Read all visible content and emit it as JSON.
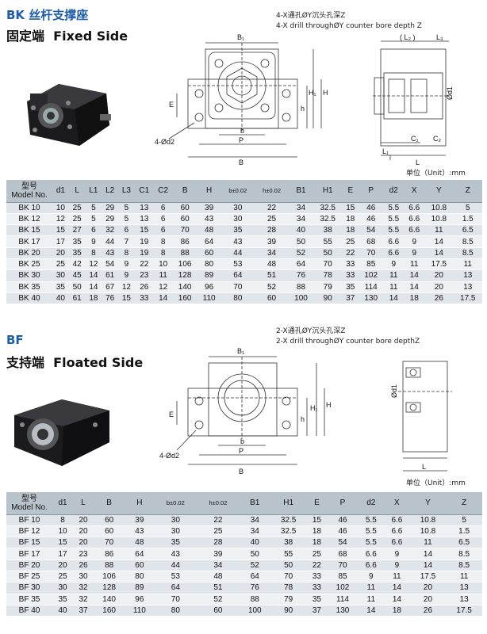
{
  "bk": {
    "title_cn": "BK 丝杆支撑座",
    "title_main_cn": "固定端",
    "title_main_en": "Fixed Side",
    "note_cn": "4-X通孔ØY沉头孔深Z",
    "note_en": "4-X drill throughØY counter bore depth Z",
    "unit": "单位（Unit）:mm",
    "dims": {
      "B1": "B₁",
      "H1": "H₁",
      "E": "E",
      "h": "h",
      "H": "H",
      "d2": "4-Ød2",
      "b": "b",
      "P": "P",
      "B": "B",
      "L2": "( L₂ )",
      "L3": "L₃",
      "d1": "Ød1",
      "L1": "L₁",
      "L": "L",
      "C1": "C₁",
      "C2": "C₂"
    },
    "table": {
      "model_cn": "型号",
      "model_en": "Model No.",
      "headers": [
        "d1",
        "L",
        "L1",
        "L2",
        "L3",
        "C1",
        "C2",
        "B",
        "H",
        "b±0.02",
        "h±0.02",
        "B1",
        "H1",
        "E",
        "P",
        "d2",
        "X",
        "Y",
        "Z"
      ],
      "rows": [
        [
          "BK 10",
          "10",
          "25",
          "5",
          "29",
          "5",
          "13",
          "6",
          "60",
          "39",
          "30",
          "22",
          "34",
          "32.5",
          "15",
          "46",
          "5.5",
          "6.6",
          "10.8",
          "5"
        ],
        [
          "BK 12",
          "12",
          "25",
          "5",
          "29",
          "5",
          "13",
          "6",
          "60",
          "43",
          "30",
          "25",
          "34",
          "32.5",
          "18",
          "46",
          "5.5",
          "6.6",
          "10.8",
          "1.5"
        ],
        [
          "BK 15",
          "15",
          "27",
          "6",
          "32",
          "6",
          "15",
          "6",
          "70",
          "48",
          "35",
          "28",
          "40",
          "38",
          "18",
          "54",
          "5.5",
          "6.6",
          "11",
          "6.5"
        ],
        [
          "BK 17",
          "17",
          "35",
          "9",
          "44",
          "7",
          "19",
          "8",
          "86",
          "64",
          "43",
          "39",
          "50",
          "55",
          "25",
          "68",
          "6.6",
          "9",
          "14",
          "8.5"
        ],
        [
          "BK 20",
          "20",
          "35",
          "8",
          "43",
          "8",
          "19",
          "8",
          "88",
          "60",
          "44",
          "34",
          "52",
          "50",
          "22",
          "70",
          "6.6",
          "9",
          "14",
          "8.5"
        ],
        [
          "BK 25",
          "25",
          "42",
          "12",
          "54",
          "9",
          "22",
          "10",
          "106",
          "80",
          "53",
          "48",
          "64",
          "70",
          "33",
          "85",
          "9",
          "11",
          "17.5",
          "11"
        ],
        [
          "BK 30",
          "30",
          "45",
          "14",
          "61",
          "9",
          "23",
          "11",
          "128",
          "89",
          "64",
          "51",
          "76",
          "78",
          "33",
          "102",
          "11",
          "14",
          "20",
          "13"
        ],
        [
          "BK 35",
          "35",
          "50",
          "14",
          "67",
          "12",
          "26",
          "12",
          "140",
          "96",
          "70",
          "52",
          "88",
          "79",
          "35",
          "114",
          "11",
          "14",
          "20",
          "13"
        ],
        [
          "BK 40",
          "40",
          "61",
          "18",
          "76",
          "15",
          "33",
          "14",
          "160",
          "110",
          "80",
          "60",
          "100",
          "90",
          "37",
          "130",
          "14",
          "18",
          "26",
          "17.5"
        ]
      ]
    }
  },
  "bf": {
    "title_cn": "BF",
    "title_main_cn": "支持端",
    "title_main_en": "Floated Side",
    "note_cn": "2-X通孔ØY沉头孔深Z",
    "note_en": "2-X drill throughØY counter bore depthZ",
    "unit": "单位（Unit）:mm",
    "dims": {
      "B1": "B₁",
      "H1": "H₁",
      "E": "E",
      "h": "h",
      "H": "H",
      "d2": "4-Ød2",
      "b": "b",
      "P": "P",
      "B": "B",
      "d1": "Ød1",
      "L": "L"
    },
    "table": {
      "model_cn": "型号",
      "model_en": "Model No.",
      "headers": [
        "d1",
        "L",
        "B",
        "H",
        "b±0.02",
        "h±0.02",
        "B1",
        "H1",
        "E",
        "P",
        "d2",
        "X",
        "Y",
        "Z"
      ],
      "rows": [
        [
          "BF 10",
          "8",
          "20",
          "60",
          "39",
          "30",
          "22",
          "34",
          "32.5",
          "15",
          "46",
          "5.5",
          "6.6",
          "10.8",
          "5"
        ],
        [
          "BF 12",
          "10",
          "20",
          "60",
          "43",
          "30",
          "25",
          "34",
          "32.5",
          "18",
          "46",
          "5.5",
          "6.6",
          "10.8",
          "1.5"
        ],
        [
          "BF 15",
          "15",
          "20",
          "70",
          "48",
          "35",
          "28",
          "40",
          "38",
          "18",
          "54",
          "5.5",
          "6.6",
          "11",
          "6.5"
        ],
        [
          "BF 17",
          "17",
          "23",
          "86",
          "64",
          "43",
          "39",
          "50",
          "55",
          "25",
          "68",
          "6.6",
          "9",
          "14",
          "8.5"
        ],
        [
          "BF 20",
          "20",
          "26",
          "88",
          "60",
          "44",
          "34",
          "52",
          "50",
          "22",
          "70",
          "6.6",
          "9",
          "14",
          "8.5"
        ],
        [
          "BF 25",
          "25",
          "30",
          "106",
          "80",
          "53",
          "48",
          "64",
          "70",
          "33",
          "85",
          "9",
          "11",
          "17.5",
          "11"
        ],
        [
          "BF 30",
          "30",
          "32",
          "128",
          "89",
          "64",
          "51",
          "76",
          "78",
          "33",
          "102",
          "11",
          "14",
          "20",
          "13"
        ],
        [
          "BF 35",
          "35",
          "32",
          "140",
          "96",
          "70",
          "52",
          "88",
          "79",
          "35",
          "114",
          "11",
          "14",
          "20",
          "13"
        ],
        [
          "BF 40",
          "40",
          "37",
          "160",
          "110",
          "80",
          "60",
          "100",
          "90",
          "37",
          "130",
          "14",
          "18",
          "26",
          "17.5"
        ]
      ]
    }
  }
}
